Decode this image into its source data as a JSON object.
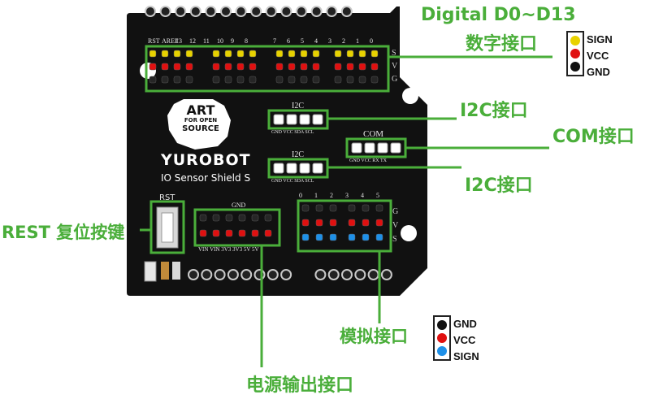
{
  "colors": {
    "board": "#111111",
    "accent": "#4aae3a",
    "signal": "#e8d200",
    "vcc": "#e01010",
    "gnd": "#262626",
    "analog_signal": "#1e90e8"
  },
  "callouts": {
    "digital_title": "Digital D0~D13",
    "digital_cn": "数字接口",
    "i2c_top": "I2C接口",
    "com": "COM接口",
    "i2c_bottom": "I2C接口",
    "reset": "REST 复位按键",
    "analog": "模拟接口",
    "power": "电源输出接口"
  },
  "legend_digital": [
    {
      "label": "SIGN",
      "color": "#e8d200",
      "icon": "signal-dot-icon"
    },
    {
      "label": "VCC",
      "color": "#e01010",
      "icon": "vcc-dot-icon"
    },
    {
      "label": "GND",
      "color": "#111111",
      "icon": "gnd-dot-icon"
    }
  ],
  "legend_analog": [
    {
      "label": "GND",
      "color": "#111111",
      "icon": "gnd-dot-icon"
    },
    {
      "label": "VCC",
      "color": "#e01010",
      "icon": "vcc-dot-icon"
    },
    {
      "label": "SIGN",
      "color": "#1e90e8",
      "icon": "signal-dot-icon"
    }
  ],
  "board": {
    "logo_lines": [
      "ART",
      "FOR OPEN",
      "SOURCE"
    ],
    "brand": "YUROBOT",
    "model": "IO Sensor Shield S",
    "digital_pins_left": [
      "RST",
      "AREF",
      "13",
      "12",
      "11",
      "10",
      "9",
      "8"
    ],
    "digital_pins_right": [
      "7",
      "6",
      "5",
      "4",
      "3",
      "2",
      "1",
      "0"
    ],
    "row_labels": [
      "S",
      "V",
      "G"
    ],
    "i2c_label": "I2C",
    "i2c_pins": "GND VCC  SDA  SCL",
    "com_label": "COM",
    "com_pins": "GND VCC  RX   TX",
    "rst_label": "RST",
    "power_label": "GND",
    "power_pins": "VIN VIN 3V3 3V3 5V 5V",
    "analog_pins": [
      "0",
      "1",
      "2",
      "3",
      "4",
      "5"
    ],
    "analog_row_labels": [
      "G",
      "V",
      "S"
    ]
  }
}
